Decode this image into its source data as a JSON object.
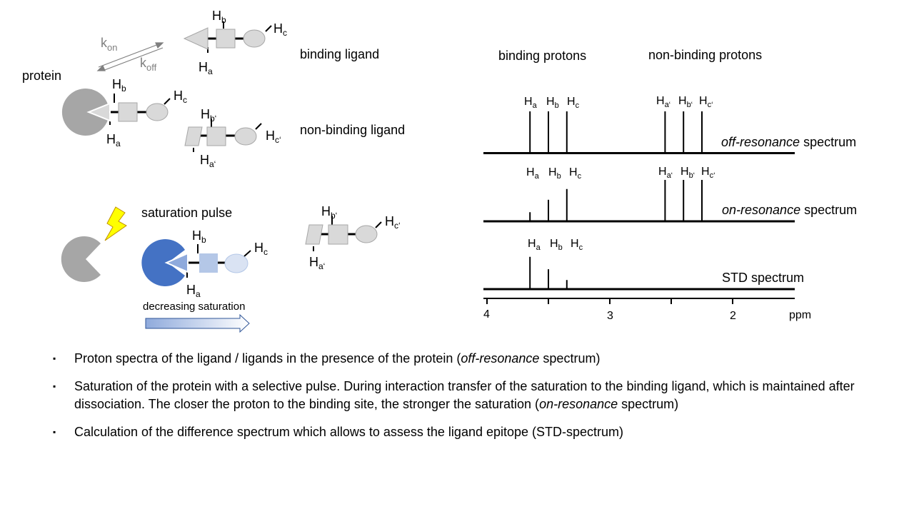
{
  "colors": {
    "protein": "#a6a6a6",
    "protein_saturated": "#4472c4",
    "ligand_gray": "#d9d9d9",
    "ligand_blue": "#b4c7e7",
    "lightning": "#ffff00",
    "arrow_gradient_start": "#8faadc",
    "arrow_gradient_end": "#ffffff"
  },
  "icons": [
    "lightning-bolt-icon",
    "gradient-arrow-icon",
    "equilibrium-arrows-icon"
  ],
  "scheme": {
    "kon": {
      "base": "k",
      "sub": "on"
    },
    "koff": {
      "base": "k",
      "sub": "off"
    },
    "protein_label": "protein",
    "binding_ligand_label": "binding  ligand",
    "non_binding_ligand_label": "non-binding  ligand",
    "saturation_pulse_label": "saturation pulse",
    "decreasing_saturation_label": "decreasing saturation",
    "H": "H",
    "a": "a",
    "b": "b",
    "c": "c",
    "a_prime": "a‘",
    "b_prime": "b‘",
    "c_prime": "c‘"
  },
  "spectra": {
    "binding_protons_label": "binding  protons",
    "non_binding_protons_label": "non-binding  protons",
    "off_resonance": {
      "label_italic": "off-resonance",
      "label_rest": " spectrum"
    },
    "on_resonance": {
      "label_italic": "on-resonance",
      "label_rest": " spectrum"
    },
    "std": {
      "label": "STD spectrum"
    },
    "axis": {
      "tick_labels": [
        "4",
        "3",
        "2"
      ],
      "unit": "ppm"
    }
  },
  "chart_data": {
    "type": "stick-spectrum",
    "x_unit": "ppm",
    "x_axis_ticks": [
      4,
      3,
      2
    ],
    "peaks": [
      "Ha",
      "Hb",
      "Hc",
      "Ha'",
      "Hb'",
      "Hc'"
    ],
    "peak_ppm_estimates": [
      3.65,
      3.5,
      3.35,
      2.55,
      2.4,
      2.25
    ],
    "series": [
      {
        "name": "off-resonance spectrum",
        "relative_intensity": [
          1.0,
          1.0,
          1.0,
          1.0,
          1.0,
          1.0
        ]
      },
      {
        "name": "on-resonance spectrum",
        "relative_intensity": [
          0.22,
          0.52,
          0.78,
          1.0,
          1.0,
          1.0
        ]
      },
      {
        "name": "STD spectrum",
        "relative_intensity": [
          0.78,
          0.48,
          0.22
        ]
      }
    ]
  },
  "bullets": [
    {
      "text1": "Proton spectra of the ligand / ligands in the presence of the protein (",
      "italic": "off-resonance",
      "text2": " spectrum)"
    },
    {
      "text1": "Saturation of the protein with a selective pulse. During interaction transfer of the saturation to the binding ligand, which is maintained after dissociation. The closer the proton to the binding site, the stronger the saturation  (",
      "italic": "on-resonance",
      "text2": " spectrum)"
    },
    {
      "text1": "Calculation of the difference spectrum which allows to assess the ligand epitope (STD-spectrum)",
      "italic": "",
      "text2": ""
    }
  ],
  "bullet_mark": "▪"
}
